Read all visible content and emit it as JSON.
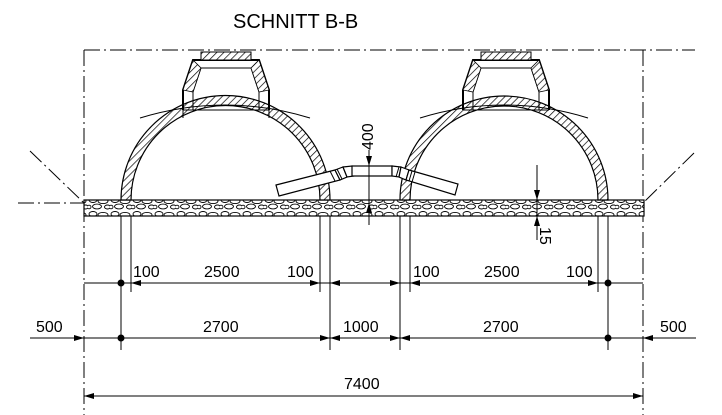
{
  "title": "SCHNITT B-B",
  "dimensions": {
    "row1": {
      "a": "100",
      "b": "2500",
      "c": "100",
      "d": "100",
      "e": "2500",
      "f": "100"
    },
    "row2": {
      "left": "500",
      "a": "2700",
      "middle": "1000",
      "b": "2700",
      "right": "500"
    },
    "total": "7400",
    "pipe_height": "400",
    "gravel_thickness": "15"
  }
}
